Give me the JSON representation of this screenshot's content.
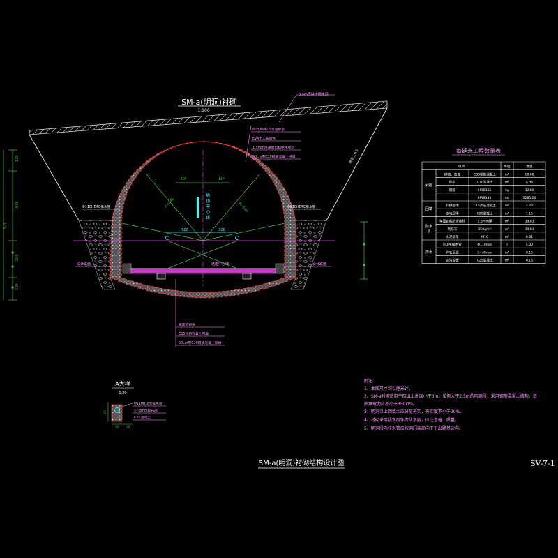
{
  "colors": {
    "background": "#000000",
    "lining_outline": "#ff3333",
    "lining_fill": "#b3b3b3",
    "dim_green": "#33cc33",
    "magenta": "#ff33ff",
    "cyan": "#33ffff",
    "white": "#ffffff",
    "label_pink": "#ff99ff",
    "yellow": "#ffff66"
  },
  "section": {
    "title": "SM-a(明洞)衬砌",
    "scale": "1:100",
    "top_layer_label": "0.5m厚黏土隔水层",
    "slope_label": "坡率1:0.5",
    "layer_callouts": [
      "8cm厚M7.5水泥砂浆",
      "EVA土工布防水",
      "1.5mm厚单面自粘防水卷材",
      "60cm厚C30钢筋混凝土拱墙"
    ],
    "left_drain_label": "Φ110HDPE排水管",
    "right_drain_label": "Φ110HDPE排水管",
    "left_ground_label": "设计路面",
    "right_ground_label": "设计路面",
    "center_label": "路面中心线",
    "angle_left": "60°",
    "angle_right": "60°",
    "radius_left": "R=540",
    "radius_right": "R=540",
    "half_width_left": "500",
    "half_width_right": "500",
    "vertical_text": [
      "拱",
      "顶",
      "中",
      "心",
      "线"
    ],
    "bottom_callouts": [
      "路面结构层",
      "C15片石混凝土回填",
      "50cm厚C30钢筋混凝土仰拱"
    ],
    "left_dims": [
      "120",
      "538",
      "200",
      "120"
    ],
    "left_total_dim": "978"
  },
  "detail": {
    "title": "A大样",
    "scale": "1:20",
    "labels": [
      "Φ110HDPE排水管",
      "5~8mm碎石层",
      "C25混凝土"
    ],
    "dim_a": "20",
    "dim_b": "40",
    "dim_c": "40"
  },
  "quantity_table": {
    "title": "每延米工程数量表",
    "headers": [
      "项目",
      "",
      "单位",
      "数量"
    ],
    "groups": [
      {
        "group": "衬砌",
        "rows": [
          {
            "item": "拱墙、边墙",
            "spec": "C30钢筋混凝土",
            "unit": "m³",
            "qty": "18.68"
          },
          {
            "item": "仰拱",
            "spec": "C30混凝土",
            "unit": "m³",
            "qty": "4.36"
          },
          {
            "item": "钢筋",
            "spec": "HRB335",
            "unit": "kg",
            "qty": "32.80"
          },
          {
            "item": "",
            "spec": "HRB335",
            "unit": "kg",
            "qty": "1285.00"
          }
        ]
      },
      {
        "group": "回填",
        "rows": [
          {
            "item": "仰拱回填",
            "spec": "C15片石混凝土",
            "unit": "m³",
            "qty": "4.23"
          },
          {
            "item": "边墙回填",
            "spec": "C20混凝土",
            "unit": "m³",
            "qty": "1.15"
          }
        ]
      },
      {
        "group": "防水层",
        "rows": [
          {
            "item": "单面自粘防水卷材",
            "spec": "1.5mm厚",
            "unit": "m²",
            "qty": "39.83"
          },
          {
            "item": "无纺布",
            "spec": "350g/m²",
            "unit": "m²",
            "qty": "39.83"
          },
          {
            "item": "水泥砂浆",
            "spec": "M10",
            "unit": "m³",
            "qty": "0.61"
          }
        ]
      },
      {
        "group": "排水",
        "rows": [
          {
            "item": "HDPE排水管",
            "spec": "Φ110mm",
            "unit": "m",
            "qty": "4.00"
          },
          {
            "item": "碎石反滤",
            "spec": "5~40mm",
            "unit": "m³",
            "qty": "0.15"
          },
          {
            "item": "边沟盖板",
            "spec": "C25混凝土",
            "unit": "m³",
            "qty": "0.15"
          }
        ]
      }
    ]
  },
  "notes": {
    "heading": "附注:",
    "items": [
      "1、本图尺寸均以厘米计。",
      "2、SM-a衬砌适用于回填土高度小于3m，单侧大于2.5m的明洞段，采用钢筋混凝土结构，基",
      "   底承载力应不小于350kPa。",
      "3、明洞以上回填土应分层夯实，夯实度不小于90%。",
      "4、衬砌采用防水层作为防水层，应注意施工质量。",
      "5、明洞段内排水管应按洞门端部向下引出路基边沟。"
    ]
  },
  "sheet": {
    "drawing_title": "SM-a(明洞)衬砌结构设计图",
    "drawing_number": "SV-7-1"
  }
}
